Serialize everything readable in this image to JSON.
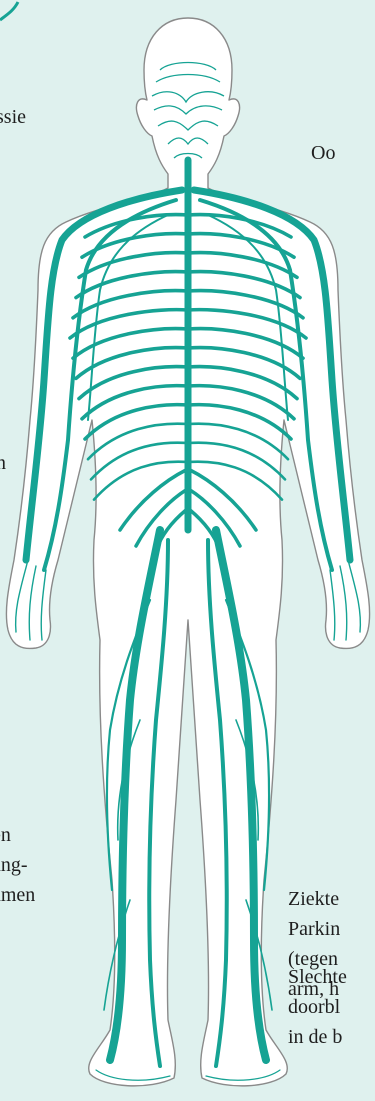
{
  "colors": {
    "background": "#dff1ee",
    "nerve": "#16a394",
    "outline": "#8a8a8a",
    "skin": "#ffffff",
    "text": "#1f1f1f"
  },
  "labels": {
    "top_left": "ssie",
    "top_right": "Oo",
    "mid_left": "n",
    "bottom_left": [
      "en",
      "ang-",
      "amen"
    ],
    "mid_right": [
      "Ziekte",
      "Parkin",
      "(tegen",
      "arm, h"
    ],
    "bottom_right": [
      "Slechte",
      "doorbl",
      "in de b"
    ]
  }
}
